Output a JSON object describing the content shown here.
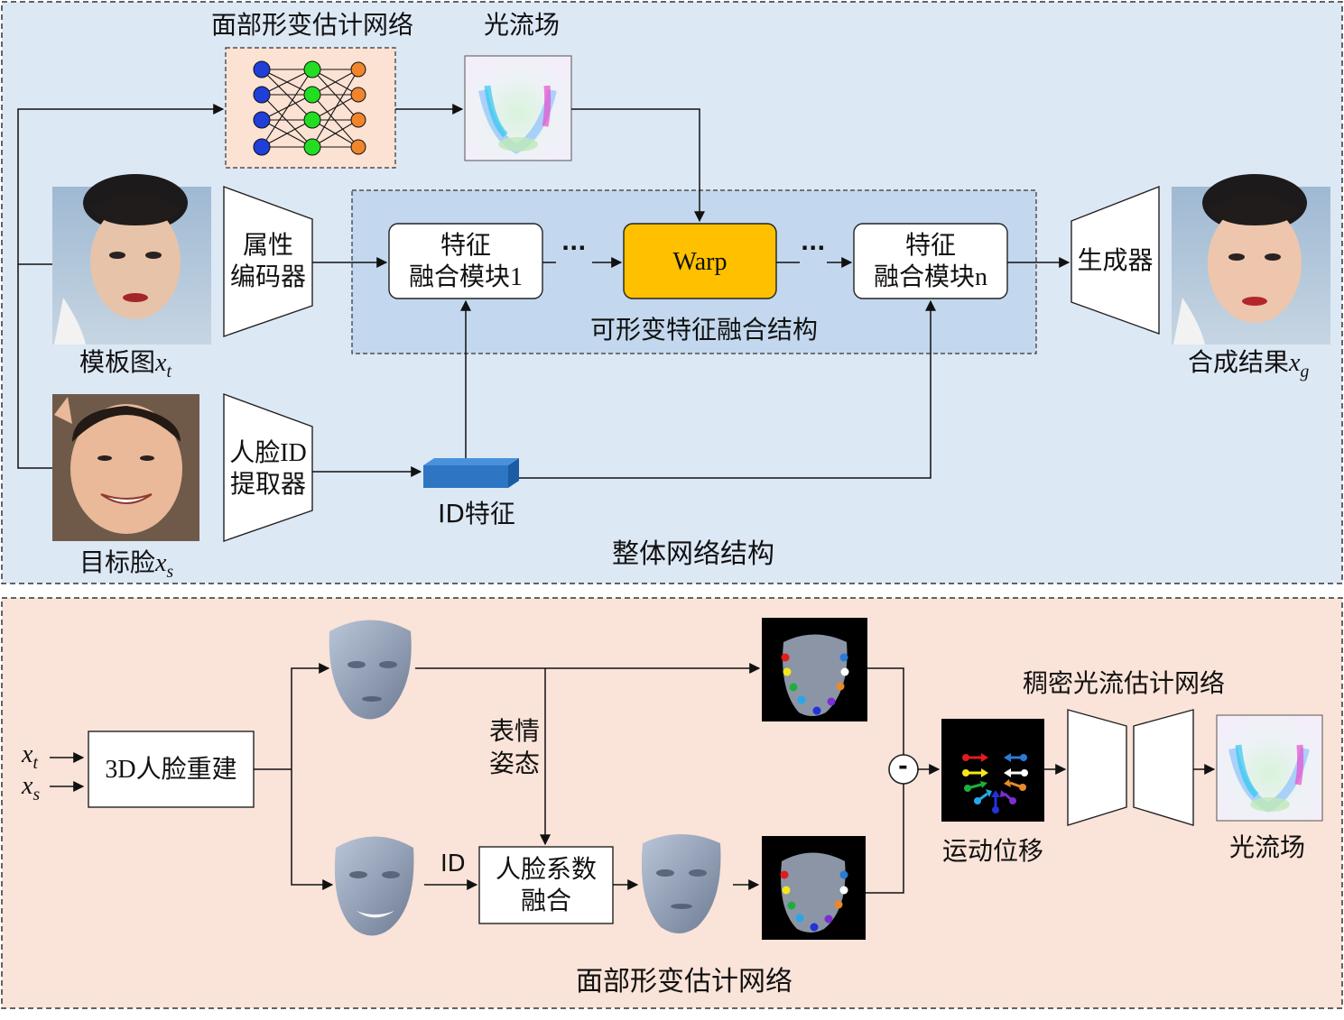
{
  "top_panel": {
    "title": "整体网络结构",
    "flow_estimator_title": "面部形变估计网络",
    "optical_flow_title": "光流场",
    "template_caption_prefix": "模板图",
    "template_var": "x",
    "template_sub": "t",
    "target_caption_prefix": "目标脸",
    "target_var": "x",
    "target_sub": "s",
    "result_caption_prefix": "合成结果",
    "result_var": "x",
    "result_sub": "g",
    "attr_encoder_line1": "属性",
    "attr_encoder_line2": "编码器",
    "id_extractor_line1": "人脸ID",
    "id_extractor_line2": "提取器",
    "id_feature": "ID特征",
    "fusion1_line1": "特征",
    "fusion1_line2": "融合模块1",
    "warp": "Warp",
    "fusionn_line1": "特征",
    "fusionn_line2": "融合模块n",
    "ellipsis_left": "···",
    "ellipsis_right": "···",
    "deformable_caption": "可形变特征融合结构",
    "generator": "生成器"
  },
  "bottom_panel": {
    "title": "面部形变估计网络",
    "input_t_var": "x",
    "input_t_sub": "t",
    "input_s_var": "x",
    "input_s_sub": "s",
    "recon_box": "3D人脸重建",
    "expr_line1": "表情",
    "expr_line2": "姿态",
    "id_label": "ID",
    "coef_line1": "人脸系数",
    "coef_line2": "融合",
    "minus": "-",
    "motion_caption": "运动位移",
    "dense_flow_title": "稠密光流估计网络",
    "flow_caption": "光流场"
  },
  "colors": {
    "top_bg": "#dde8f5",
    "bottom_bg": "#fae3d8",
    "nn_bg": "#fbe2d3",
    "deform_bg": "#c3d8ee",
    "warp_fill": "#ffc000",
    "id_bar": "#2e75c4",
    "node_blue": "#1f3fd8",
    "node_green": "#22dd22",
    "node_orange": "#f0852b"
  }
}
